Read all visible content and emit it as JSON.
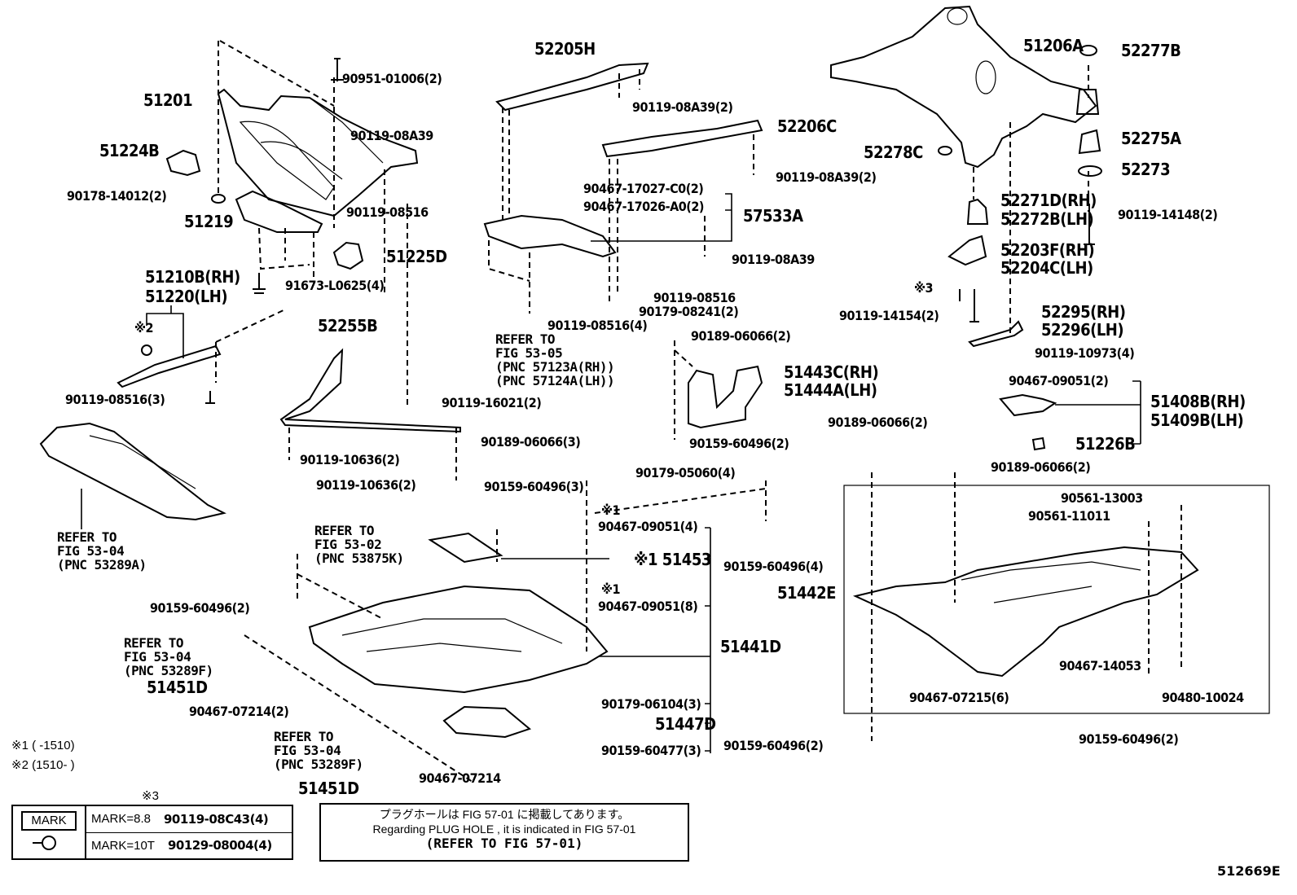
{
  "figure_id": "512669E",
  "labels": {
    "p51201": "51201",
    "p51224B": "51224B",
    "p90178_14012": "90178-14012(2)",
    "p51219": "51219",
    "p90951_01006": "90951-01006(2)",
    "p90119_08A39_a": "90119-08A39",
    "p90119_08516_a": "90119-08516",
    "p51225D": "51225D",
    "p91673_L0625": "91673-L0625(4)",
    "p51210B": "51210B(RH)",
    "p51220": "51220(LH)",
    "note2_a": "※2",
    "p90119_08516_3": "90119-08516(3)",
    "p52255B": "52255B",
    "p90119_10636_a": "90119-10636(2)",
    "p90119_10636_b": "90119-10636(2)",
    "p52205H": "52205H",
    "p90119_08A39_2a": "90119-08A39(2)",
    "p52206C": "52206C",
    "p90119_08A39_2b": "90119-08A39(2)",
    "p90467_17027": "90467-17027-C0(2)",
    "p90467_17026": "90467-17026-A0(2)",
    "p57533A": "57533A",
    "p90119_08A39_b": "90119-08A39",
    "p90119_08516_b": "90119-08516",
    "p90179_08241": "90179-08241(2)",
    "p90119_08516_4": "90119-08516(4)",
    "refer_5305": [
      "REFER TO",
      "FIG 53-05",
      "(PNC 57123A(RH))",
      "(PNC 57124A(LH))"
    ],
    "p90119_16021": "90119-16021(2)",
    "p90189_06066_3": "90189-06066(3)",
    "p90159_60496_3": "90159-60496(3)",
    "p90179_05060": "90179-05060(4)",
    "p90189_06066_2a": "90189-06066(2)",
    "p51443C": "51443C(RH)",
    "p51444A": "51444A(LH)",
    "p90159_60496_2a": "90159-60496(2)",
    "p51206A": "51206A",
    "p52277B": "52277B",
    "p52275A": "52275A",
    "p52273": "52273",
    "p52278C": "52278C",
    "p52271D": "52271D(RH)",
    "p52272B": "52272B(LH)",
    "p90119_14148": "90119-14148(2)",
    "p52203F": "52203F(RH)",
    "p52204C": "52204C(LH)",
    "note3": "※3",
    "p90119_14154": "90119-14154(2)",
    "p52295": "52295(RH)",
    "p52296": "52296(LH)",
    "p90119_10973": "90119-10973(4)",
    "p90467_09051_2": "90467-09051(2)",
    "p51408B": "51408B(RH)",
    "p51409B": "51409B(LH)",
    "p51226B": "51226B",
    "p90189_06066_2b": "90189-06066(2)",
    "p90189_06066_2c": "90189-06066(2)",
    "refer_5304_a": [
      "REFER TO",
      "FIG 53-04",
      "(PNC 53289A)"
    ],
    "refer_5302": [
      "REFER TO",
      "FIG 53-02",
      "(PNC 53875K)"
    ],
    "note1_a": "※1",
    "p90467_09051_4": "90467-09051(4)",
    "p51453": "※1 51453",
    "p90159_60496_4": "90159-60496(4)",
    "note1_b": "※1",
    "p90467_09051_8": "90467-09051(8)",
    "p51441D": "51441D",
    "p90159_60496_2b": "90159-60496(2)",
    "refer_5304_b": [
      "REFER TO",
      "FIG 53-04",
      "(PNC 53289F)"
    ],
    "p51451D_a": "51451D",
    "p90467_07214_2": "90467-07214(2)",
    "p90179_06104": "90179-06104(3)",
    "p51447D": "51447D",
    "refer_5304_c": [
      "REFER TO",
      "FIG 53-04",
      "(PNC 53289F)"
    ],
    "p90159_60477": "90159-60477(3)",
    "p51451D_b": "51451D",
    "p90467_07214": "90467-07214",
    "p51442E": "51442E",
    "p90561_13003": "90561-13003",
    "p90561_11011": "90561-11011",
    "p90467_14053": "90467-14053",
    "p90467_07215": "90467-07215(6)",
    "p90480_10024": "90480-10024",
    "p90159_60496_2c": "90159-60496(2)",
    "p90159_60496_2d": "90159-60496(2)"
  },
  "notes": {
    "note1": "※1 (     -1510)",
    "note2": "※2 (1510-     )",
    "note3_header": "※3"
  },
  "mark_table": {
    "tag": "MARK",
    "rows": [
      {
        "mark": "MARK=8.8",
        "part": "90119-08C43(4)"
      },
      {
        "mark": "MARK=10T",
        "part": "90129-08004(4)"
      }
    ]
  },
  "plug_hole_note": {
    "jp": "プラグホールは FIG 57-01 に掲載してあります。",
    "en": "Regarding  PLUG  HOLE , it is indicated in FIG  57-01",
    "ref": "(REFER TO FIG 57-01)"
  }
}
